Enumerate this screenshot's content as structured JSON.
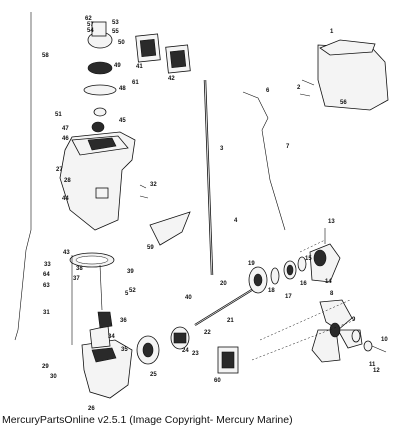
{
  "caption": "MercuryPartsOnline v2.5.1 (Image Copyright- Mercury Marine)",
  "part_labels": [
    "1",
    "2",
    "3",
    "4",
    "5",
    "6",
    "7",
    "8",
    "9",
    "10",
    "11",
    "12",
    "13",
    "14",
    "15",
    "16",
    "17",
    "18",
    "19",
    "20",
    "21",
    "22",
    "23",
    "24",
    "25",
    "26",
    "27",
    "28",
    "29",
    "30",
    "31",
    "32",
    "33",
    "34",
    "35",
    "36",
    "37",
    "38",
    "39",
    "40",
    "41",
    "42",
    "43",
    "44",
    "45",
    "46",
    "47",
    "48",
    "49",
    "50",
    "51",
    "52",
    "53",
    "54",
    "55",
    "56",
    "57",
    "58",
    "59",
    "60",
    "61",
    "62",
    "63",
    "64"
  ]
}
